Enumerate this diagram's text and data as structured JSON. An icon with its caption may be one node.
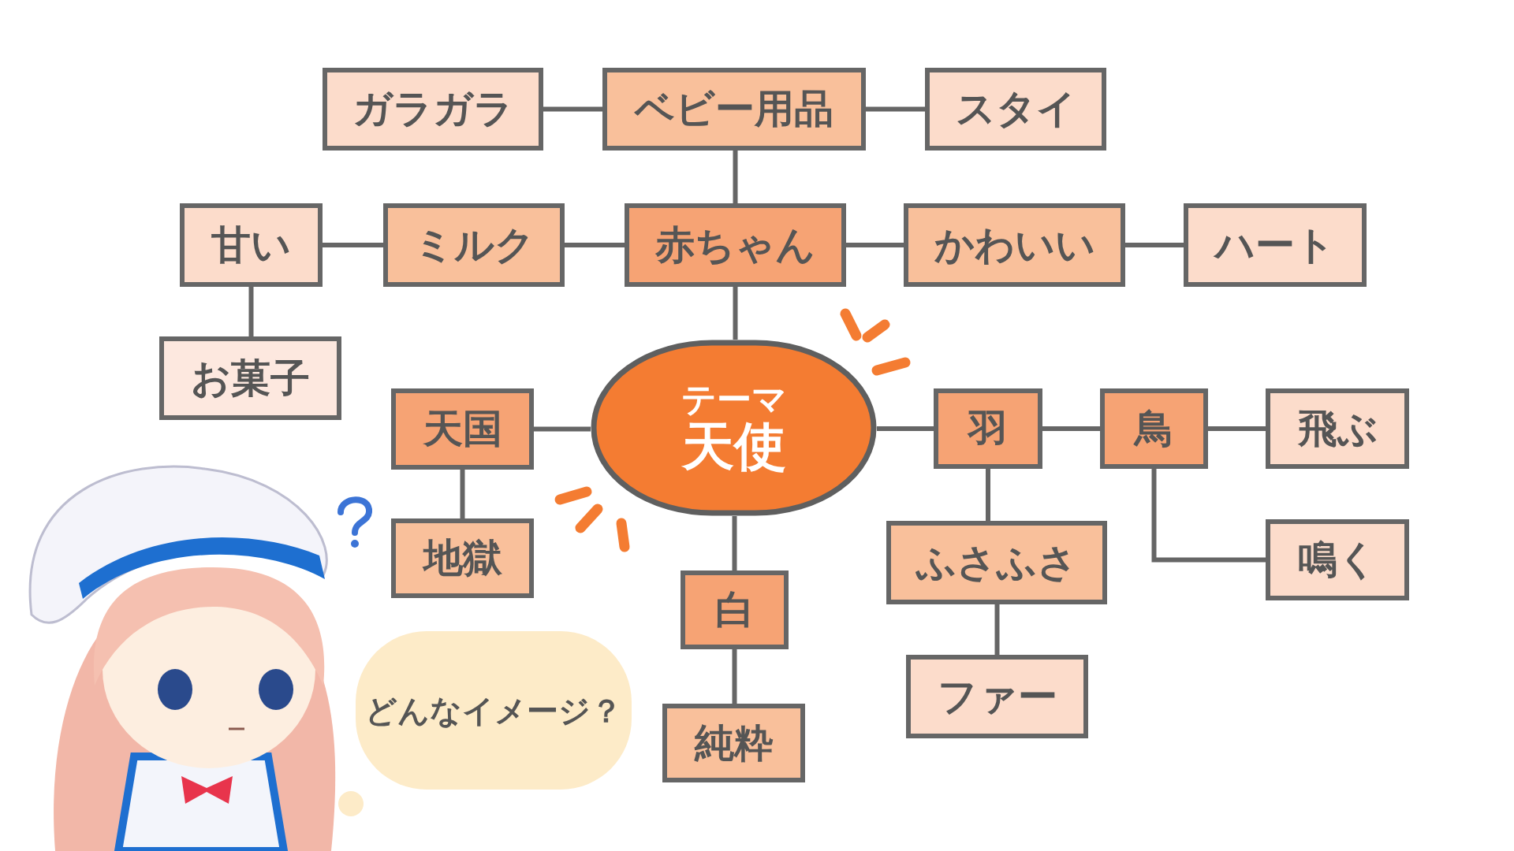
{
  "diagram": {
    "nodes": [
      {
        "text": [
          "テーマ",
          "天使"
        ]
      },
      {
        "text": [
          "ベビー用品"
        ]
      },
      {
        "text": [
          "ガラガラ"
        ]
      },
      {
        "text": [
          "スタイ"
        ]
      },
      {
        "text": [
          "赤ちゃん"
        ]
      },
      {
        "text": [
          "ミルク"
        ]
      },
      {
        "text": [
          "甘い"
        ]
      },
      {
        "text": [
          "お菓子"
        ]
      },
      {
        "text": [
          "かわいい"
        ]
      },
      {
        "text": [
          "ハート"
        ]
      },
      {
        "text": [
          "天国"
        ]
      },
      {
        "text": [
          "地獄"
        ]
      },
      {
        "text": [
          "羽"
        ]
      },
      {
        "text": [
          "鳥"
        ]
      },
      {
        "text": [
          "飛ぶ"
        ]
      },
      {
        "text": [
          "鳴く"
        ]
      },
      {
        "text": [
          "ふさふさ"
        ]
      },
      {
        "text": [
          "ファー"
        ]
      },
      {
        "text": [
          "白"
        ]
      },
      {
        "text": [
          "純粋"
        ]
      },
      {
        "text": [
          "どんなイメージ？"
        ]
      }
    ],
    "edges": [
      {
        "from": 1,
        "to": 2,
        "arrow": "none"
      },
      {
        "from": 1,
        "to": 3,
        "arrow": "none"
      },
      {
        "from": 1,
        "to": 4,
        "arrow": "none"
      },
      {
        "from": 4,
        "to": 5,
        "arrow": "none"
      },
      {
        "from": 5,
        "to": 6,
        "arrow": "none"
      },
      {
        "from": 6,
        "to": 7,
        "arrow": "none"
      },
      {
        "from": 4,
        "to": 8,
        "arrow": "none"
      },
      {
        "from": 8,
        "to": 9,
        "arrow": "none"
      },
      {
        "from": 4,
        "to": 0,
        "arrow": "none"
      },
      {
        "from": 0,
        "to": 10,
        "arrow": "none"
      },
      {
        "from": 10,
        "to": 11,
        "arrow": "none"
      },
      {
        "from": 0,
        "to": 12,
        "arrow": "none"
      },
      {
        "from": 12,
        "to": 13,
        "arrow": "none"
      },
      {
        "from": 13,
        "to": 14,
        "arrow": "none"
      },
      {
        "from": 13,
        "to": 15,
        "arrow": "none"
      },
      {
        "from": 12,
        "to": 16,
        "arrow": "none"
      },
      {
        "from": 16,
        "to": 17,
        "arrow": "none"
      },
      {
        "from": 0,
        "to": 18,
        "arrow": "none"
      },
      {
        "from": 18,
        "to": 19,
        "arrow": "none"
      }
    ]
  }
}
